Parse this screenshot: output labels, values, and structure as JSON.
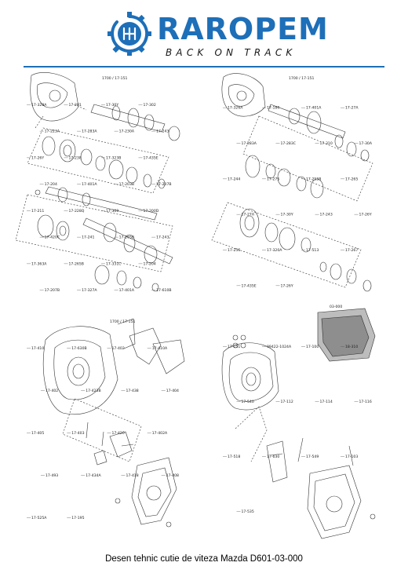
{
  "brand": {
    "name": "RAROPEM",
    "tagline": "BACK ON TRACK",
    "colors": {
      "primary": "#1d6fb8",
      "text": "#1a1a1a",
      "rule": "#1d6fb8"
    },
    "icon": "gear-gearshift-icon"
  },
  "panels": [
    {
      "id": "input-shaft",
      "ref": {
        "code": "1700",
        "sub": "17-151"
      },
      "labels": [
        "17-328A",
        "17-201",
        "17-30Y",
        "17-302",
        "17-223A",
        "17-283A",
        "17-230A",
        "17-243",
        "17-26Y",
        "17-238",
        "17-323B",
        "17-435E",
        "17-204",
        "17-401A",
        "17-203B",
        "17-207B",
        "17-211",
        "17-228Q",
        "17-309",
        "17-200D",
        "17-420C",
        "17-241",
        "17-265B",
        "17-243",
        "17-363A",
        "17-265B",
        "17-331C",
        "17-204",
        "17-207B",
        "17-327A",
        "17-401A",
        "17-610B"
      ]
    },
    {
      "id": "output-shaft",
      "ref": {
        "code": "1700",
        "sub": "17-151"
      },
      "labels": [
        "17-326A",
        "17-180",
        "17-401A",
        "17-27A",
        "17-283A",
        "17-283C",
        "17-310",
        "17-30A",
        "17-244",
        "17-27S",
        "17-255B",
        "17-265",
        "17-27A",
        "17-30Y",
        "17-243",
        "17-26Y",
        "17-256",
        "17-320A",
        "17-513",
        "17-267",
        "17-435E",
        "17-26Y"
      ]
    },
    {
      "id": "clutch-housing",
      "ref": {
        "code": "1700",
        "sub": "17-151"
      },
      "labels": [
        "17-410",
        "17-630B",
        "17-402",
        "17-410A",
        "17-402",
        "17-423B",
        "17-438",
        "17-404",
        "17-405",
        "17-403",
        "17-420",
        "17-402A",
        "17-493",
        "17-434A",
        "17-418",
        "17-408",
        "17-525A",
        "17-195"
      ]
    },
    {
      "id": "transmission-case",
      "ref": {
        "code": "03-000",
        "sub": ""
      },
      "labels": [
        "17-151",
        "99422-1024A",
        "17-100",
        "18-310",
        "17-540",
        "17-112",
        "17-114",
        "17-116",
        "17-518",
        "17-630",
        "17-549",
        "17-103",
        "17-535"
      ]
    }
  ],
  "caption": "Desen tehnic cutie de viteza Mazda D601-03-000"
}
